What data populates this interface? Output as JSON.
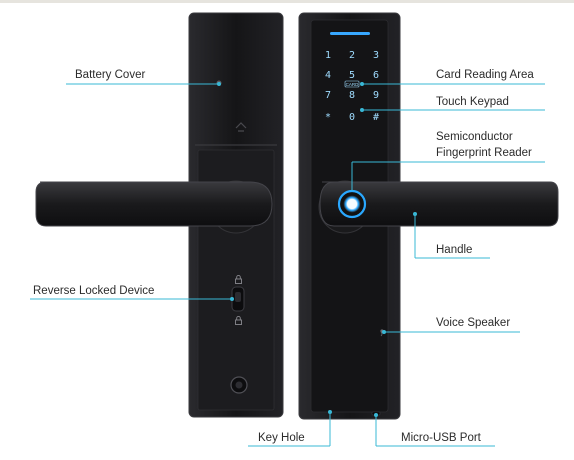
{
  "labels": {
    "battery_cover": "Battery Cover",
    "card_reading_area": "Card Reading Area",
    "touch_keypad": "Touch Keypad",
    "fingerprint_reader_line1": "Semiconductor",
    "fingerprint_reader_line2": "Fingerprint Reader",
    "handle": "Handle",
    "reverse_locked_device": "Reverse Locked Device",
    "voice_speaker": "Voice Speaker",
    "key_hole": "Key Hole",
    "micro_usb_port": "Micro-USB Port"
  },
  "keypad": {
    "keys": [
      "1",
      "2",
      "3",
      "4",
      "5",
      "6",
      "7",
      "8",
      "9",
      "*",
      "0",
      "#"
    ],
    "card_badge": "CARD"
  },
  "colors": {
    "callout": "#39b8d6",
    "lock_body": "#1a1a1c",
    "panel_edge": "#3a3a3e",
    "key_glow": "#9fdcff",
    "fingerprint_ring": "#2aa8ff"
  },
  "icons": {
    "reverse_lock_top": "padlock-icon",
    "reverse_lock_bottom": "padlock-icon"
  }
}
